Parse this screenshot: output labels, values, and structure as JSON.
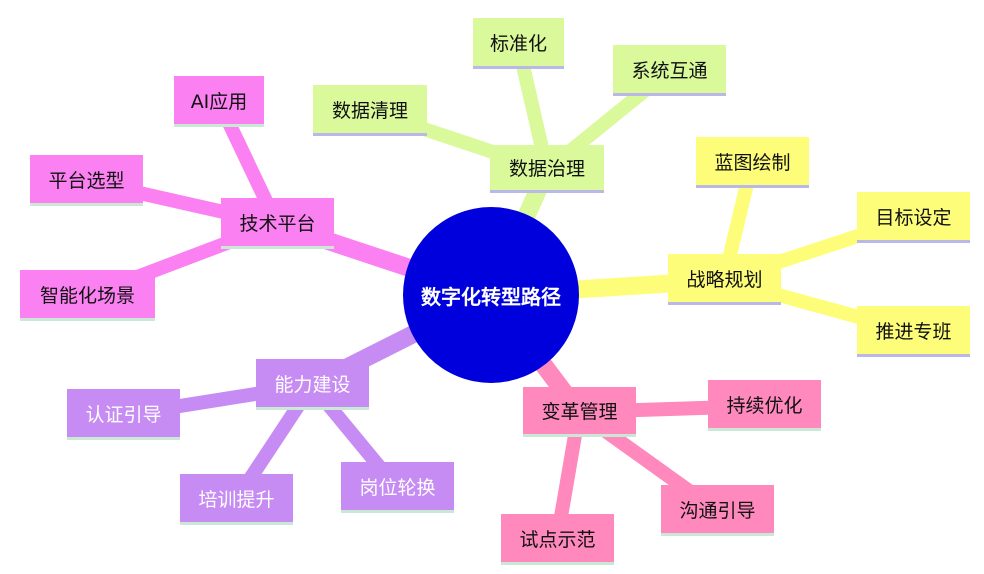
{
  "root": {
    "label": "数字化转型路径"
  },
  "branches": {
    "data_governance": {
      "label": "数据治理",
      "children": [
        "标准化",
        "系统互通",
        "数据清理"
      ]
    },
    "strategy": {
      "label": "战略规划",
      "children": [
        "蓝图绘制",
        "目标设定",
        "推进专班"
      ]
    },
    "change": {
      "label": "变革管理",
      "children": [
        "持续优化",
        "沟通引导",
        "试点示范"
      ]
    },
    "capability": {
      "label": "能力建设",
      "children": [
        "认证引导",
        "培训提升",
        "岗位轮换"
      ]
    },
    "tech_platform": {
      "label": "技术平台",
      "children": [
        "AI应用",
        "平台选型",
        "智能化场景"
      ]
    }
  },
  "colors": {
    "root": "#0000dd",
    "data_governance": "#d9f99a",
    "strategy": "#fdfd7a",
    "change": "#ff88bd",
    "capability": "#c68cf3",
    "tech_platform": "#fb80f2"
  }
}
